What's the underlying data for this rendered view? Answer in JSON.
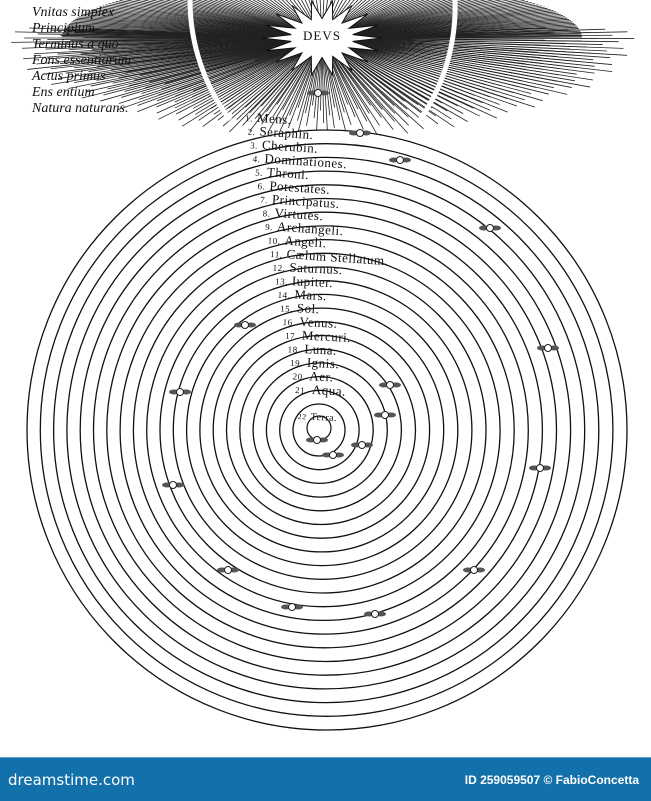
{
  "diagram": {
    "center_label": "DEVS",
    "attributes": [
      "Vnitas simplex",
      "Principium",
      "Terminus a quo",
      "Fons essentiarum",
      "Actus primus",
      "Ens entium",
      "Natura naturans."
    ],
    "spheres": [
      {
        "num": "1.",
        "name": "Mens."
      },
      {
        "num": "2.",
        "name": "Seraphin."
      },
      {
        "num": "3.",
        "name": "Cherubin."
      },
      {
        "num": "4.",
        "name": "Dominationes."
      },
      {
        "num": "5.",
        "name": "Throni."
      },
      {
        "num": "6.",
        "name": "Potestates."
      },
      {
        "num": "7.",
        "name": "Principatus."
      },
      {
        "num": "8.",
        "name": "Virtutes."
      },
      {
        "num": "9.",
        "name": "Archangeli."
      },
      {
        "num": "10.",
        "name": "Angeli."
      },
      {
        "num": "11.",
        "name": "Cælum Stellatum."
      },
      {
        "num": "12.",
        "name": "Saturnus."
      },
      {
        "num": "13.",
        "name": "Iupiter."
      },
      {
        "num": "14.",
        "name": "Mars."
      },
      {
        "num": "15.",
        "name": "Sol."
      },
      {
        "num": "16.",
        "name": "Venus."
      },
      {
        "num": "17.",
        "name": "Mercuri."
      },
      {
        "num": "18.",
        "name": "Luna."
      },
      {
        "num": "19.",
        "name": "Ignis."
      },
      {
        "num": "20.",
        "name": "Aer."
      },
      {
        "num": "21.",
        "name": "Aqua."
      },
      {
        "num": "22",
        "name": "Terra."
      }
    ]
  },
  "watermark": {
    "brand": "dreamstime.com",
    "credit": "ID 259059507 © FabioConcetta",
    "bar_color": "#1270aa"
  }
}
